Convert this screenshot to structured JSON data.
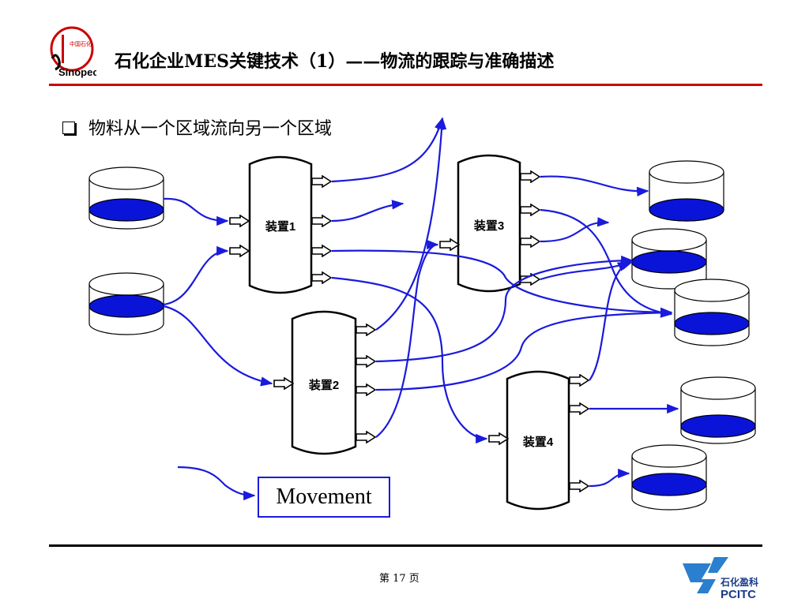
{
  "header": {
    "title": "石化企业MES关键技术（1）——物流的跟踪与准确描述",
    "logo_text": "Sinopec",
    "logo_cn": "中国石化"
  },
  "bullet": {
    "text": "物料从一个区域流向另一个区域"
  },
  "units": [
    {
      "label": "装置1"
    },
    {
      "label": "装置2"
    },
    {
      "label": "装置3"
    },
    {
      "label": "装置4"
    }
  ],
  "legend": {
    "movement_label": "Movement"
  },
  "footer": {
    "page": "第  17  页",
    "brand_cn": "石化盈科",
    "brand_en": "PCITC"
  },
  "colors": {
    "accent_red": "#cc0000",
    "arrow_blue": "#1a1adc",
    "liquid_blue": "#0a14d8"
  }
}
